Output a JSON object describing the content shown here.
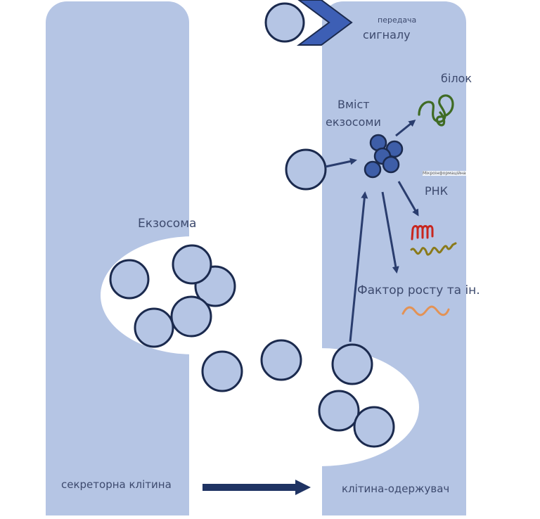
{
  "diagram": {
    "title": "Exosome-mediated signal transfer",
    "labels": {
      "signal_transfer_small": "передача",
      "signal_transfer_large": "сигналу",
      "protein": "білок",
      "exosome_content_line1": "Вміст",
      "exosome_content_line2": "екзосоми",
      "microinformational": "Мікроінформаційна",
      "rna": "РНК",
      "growth_factor": "Фактор росту та ін.",
      "exosome": "Екзосома",
      "secretory_cell": "секреторна клітина",
      "recipient_cell": "клітина-одержувач"
    },
    "colors": {
      "cell_fill": "#b5c5e4",
      "vesicle_fill": "#b5c5e4",
      "outline": "#1b2a4e",
      "arrow": "#2a3d6e",
      "content_fill": "#3e5ea8",
      "receptor": "#3d5fb5",
      "protein": "#3f6b24",
      "rna_red": "#c8261e",
      "rna_olive": "#8a7a1a",
      "growth_factor": "#e39255",
      "background": "#ffffff"
    },
    "nodes": [
      {
        "id": "secretory-cell",
        "label_key": "secretory_cell"
      },
      {
        "id": "recipient-cell",
        "label_key": "recipient_cell"
      },
      {
        "id": "exosome-group",
        "label_key": "exosome",
        "count": 5
      },
      {
        "id": "free-exosomes",
        "count": 2
      },
      {
        "id": "endocytosed-exosomes",
        "count": 3
      },
      {
        "id": "receptor-binding-exosome",
        "label_key": "signal_transfer_large"
      },
      {
        "id": "exosome-content-cluster",
        "label_key": "exosome_content_line2",
        "count": 5
      }
    ],
    "edges": [
      {
        "from": "secretory-cell",
        "to": "recipient-cell"
      },
      {
        "from": "endocytosed-exosomes",
        "to": "exosome-content-cluster"
      },
      {
        "from": "incoming-exosome",
        "to": "exosome-content-cluster"
      },
      {
        "from": "exosome-content-cluster",
        "to": "protein"
      },
      {
        "from": "exosome-content-cluster",
        "to": "rna"
      },
      {
        "from": "exosome-content-cluster",
        "to": "growth-factor"
      }
    ]
  }
}
